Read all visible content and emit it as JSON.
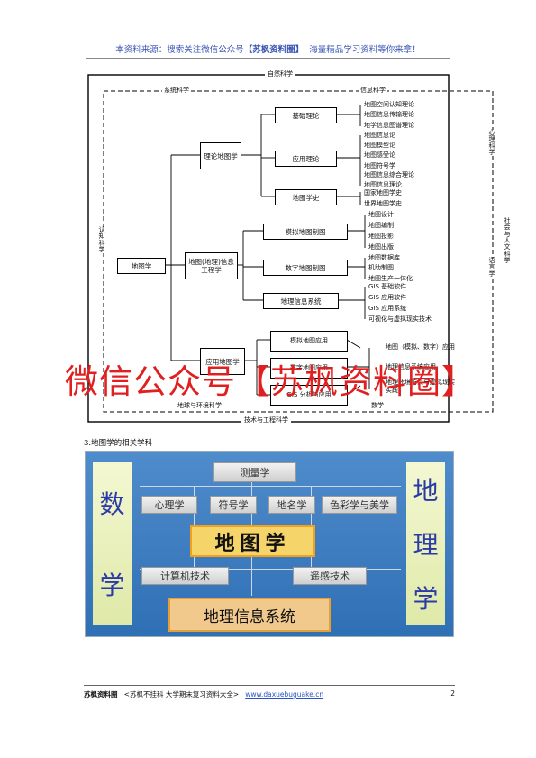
{
  "header": {
    "prefix": "本资料来源：搜索关注微信公众号",
    "brand": "【苏枫资料圈】",
    "suffix": "海量精品学习资料等你来拿！"
  },
  "diagram": {
    "top": "自然科学",
    "bottom": "技术与工程科学",
    "left": "认知科学",
    "right": "社会与人文科学",
    "sys": "系统科学",
    "info": "信息科学",
    "psy": "心理科学",
    "lang": "语言学",
    "earth": "地球与环境科学",
    "math": "数学",
    "root": "地图学",
    "theory": "理论地图学",
    "eng": "地图(地理)信息工程学",
    "app": "应用地图学",
    "t1": "基础理论",
    "t2": "应用理论",
    "t3": "地图学史",
    "e1": "模拟地图制图",
    "e2": "数字地图制图",
    "e3": "地理信息系统",
    "a1": "模拟地图应用",
    "a2": "数字地图应用",
    "a3": "GIS 分析与应用",
    "t1_leaves": [
      "地图空间认知理论",
      "地图信息传输理论",
      "地学信息图谱理论"
    ],
    "t2_leaves": [
      "地图信息论",
      "地图模型论",
      "地图感受论",
      "地图符号学",
      "地图信息综合理论",
      "地图信息理论"
    ],
    "t3_leaves": [
      "国家地图学史",
      "世界地图学史"
    ],
    "e1_leaves": [
      "地图设计",
      "地图编制",
      "地图投影",
      "地图出版"
    ],
    "e2_leaves": [
      "地图数据库",
      "机助制图",
      "地图生产一体化"
    ],
    "e3_leaves": [
      "GIS 基础软件",
      "GIS 应用软件",
      "GIS 应用系统",
      "可视化与虚拟现实技术"
    ],
    "a_leaves": [
      "地图（模拟、数字）应用",
      "地理信息系统应用",
      "地理环境仿真与虚拟现实实践"
    ]
  },
  "watermark": "微信公众号【苏枫资料圈】",
  "caption": "3.地图学的相关学科",
  "figure2": {
    "left_side": [
      "数",
      "学"
    ],
    "right_side": [
      "地",
      "理",
      "学"
    ],
    "top_box": "测量学",
    "row2": [
      "心理学",
      "符号学",
      "地名学",
      "色彩学与美学"
    ],
    "center": "地图学",
    "row4": [
      "计算机技术",
      "遥感技术"
    ],
    "gis": "地理信息系统"
  },
  "footer": {
    "brand": "苏枫资料圈",
    "desc": "<苏枫不挂科 大学期末复习资料大全>",
    "url": "www.daxuebuguake.cn",
    "page": "2"
  }
}
